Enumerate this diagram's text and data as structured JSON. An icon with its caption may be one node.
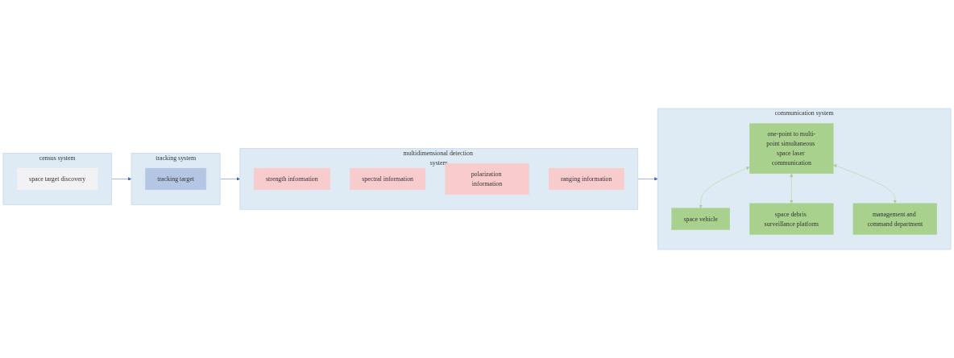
{
  "diagram": {
    "nodes": [
      {
        "text": [
          "census system"
        ]
      },
      {
        "text": [
          "space target discovery"
        ],
        "in": 0
      },
      {
        "text": [
          "tracking system"
        ]
      },
      {
        "text": [
          "tracking target"
        ],
        "in": 2
      },
      {
        "text": [
          "multidimensional detection system"
        ]
      },
      {
        "text": [
          "strength information"
        ],
        "in": 4
      },
      {
        "text": [
          "spectral information"
        ],
        "in": 4
      },
      {
        "text": [
          "polarization information"
        ],
        "in": 4
      },
      {
        "text": [
          "ranging information"
        ],
        "in": 4
      },
      {
        "text": [
          "communication system"
        ]
      },
      {
        "text": [
          "one-point to multi-point simultaneous space laser communication"
        ],
        "in": 9
      },
      {
        "text": [
          "space vehicle"
        ],
        "in": 9
      },
      {
        "text": [
          "space debris surveillance platform"
        ],
        "in": 9
      },
      {
        "text": [
          "management and command department"
        ],
        "in": 9
      }
    ],
    "edges": [
      {
        "from": 0,
        "to": 2,
        "arrow": "to",
        "color": "#3f63ad"
      },
      {
        "from": 2,
        "to": 4,
        "arrow": "to",
        "color": "#3f63ad"
      },
      {
        "from": 4,
        "to": 9,
        "arrow": "to",
        "color": "#3f63ad"
      },
      {
        "from": 10,
        "to": 11,
        "arrow": "both",
        "color": "#a9d18e"
      },
      {
        "from": 10,
        "to": 12,
        "arrow": "both",
        "color": "#a9d18e"
      },
      {
        "from": 10,
        "to": 13,
        "arrow": "both",
        "color": "#a9d18e"
      }
    ]
  }
}
